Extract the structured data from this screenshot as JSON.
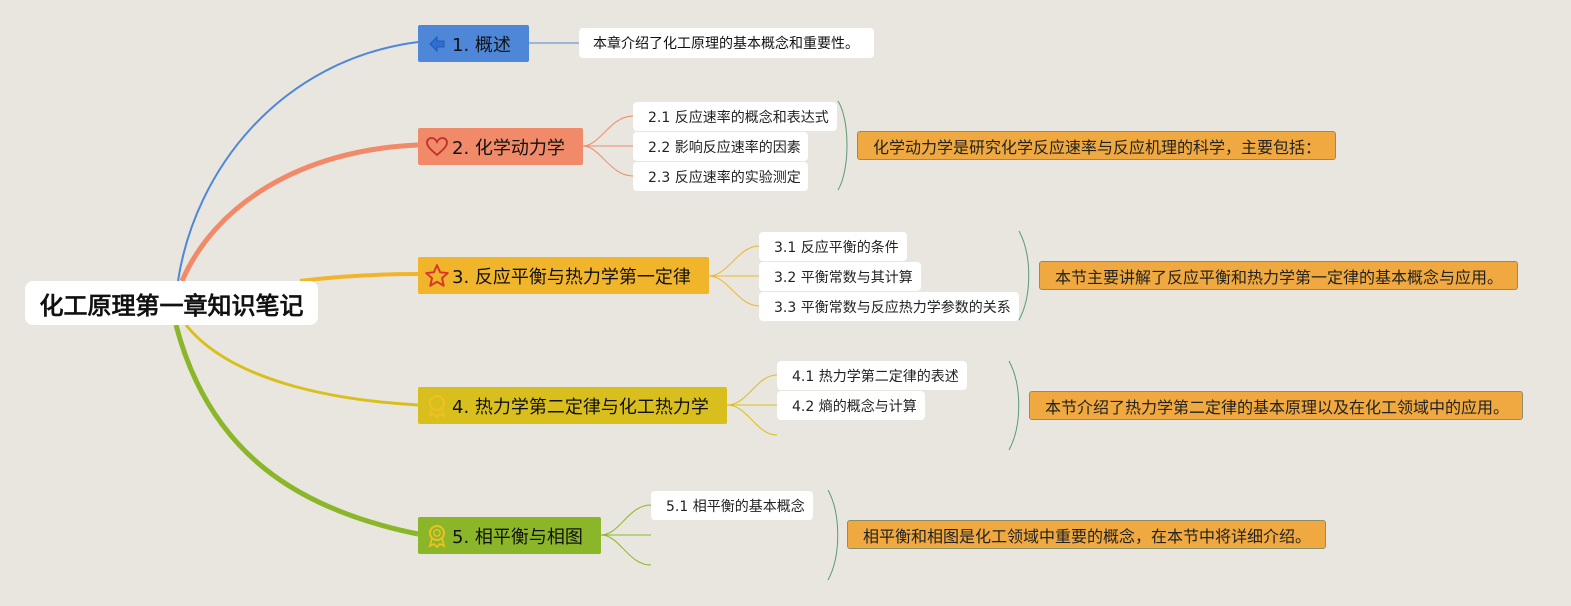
{
  "root": {
    "title": "化工原理第一章知识笔记"
  },
  "topics": [
    {
      "label": "1. 概述",
      "icon": "arrows-icon",
      "color": "#4f87d8",
      "summary": "本章介绍了化工原理的基本概念和重要性。"
    },
    {
      "label": "2. 化学动力学",
      "icon": "heart-icon",
      "color": "#f08a68",
      "subtopics": [
        "2.1 反应速率的概念和表达式",
        "2.2 影响反应速率的因素",
        "2.3 反应速率的实验测定"
      ],
      "note": "化学动力学是研究化学反应速率与反应机理的科学，主要包括："
    },
    {
      "label": "3. 反应平衡与热力学第一定律",
      "icon": "star-icon",
      "color": "#f0b52a",
      "subtopics": [
        "3.1 反应平衡的条件",
        "3.2 平衡常数与其计算",
        "3.3 平衡常数与反应热力学参数的关系"
      ],
      "note": "本节主要讲解了反应平衡和热力学第一定律的基本概念与应用。"
    },
    {
      "label": "4. 热力学第二定律与化工热力学",
      "icon": "badge-icon",
      "color": "#d9bf1e",
      "subtopics": [
        "4.1 热力学第二定律的表述",
        "4.2 熵的概念与计算"
      ],
      "note": "本节介绍了热力学第二定律的基本原理以及在化工领域中的应用。"
    },
    {
      "label": "5. 相平衡与相图",
      "icon": "medal-icon",
      "color": "#8cb62a",
      "subtopics": [
        "5.1 相平衡的基本概念"
      ],
      "note": "相平衡和相图是化工领域中重要的概念，在本节中将详细介绍。"
    }
  ],
  "colors": {
    "background": "#e8e6de",
    "note_fill": "#f0a940",
    "bracket": "#5a9a78"
  }
}
